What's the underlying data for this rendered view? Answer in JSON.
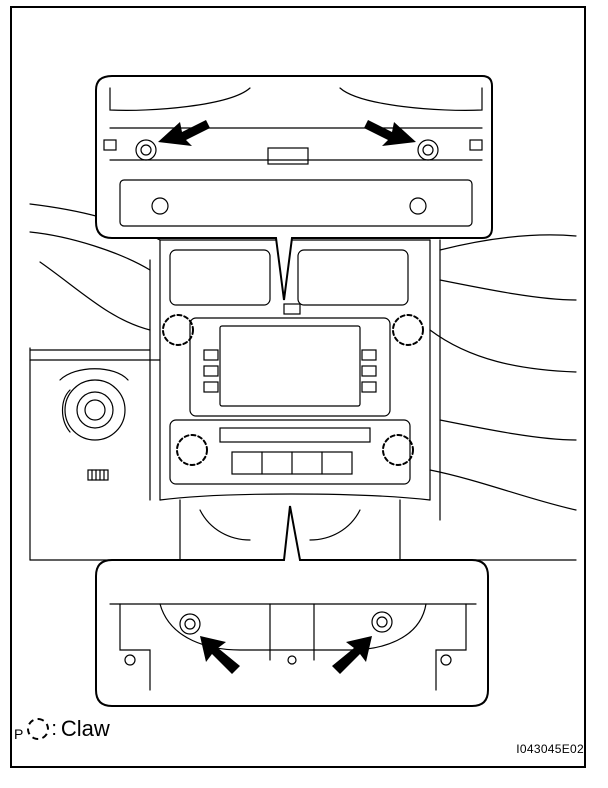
{
  "legend": {
    "prefix": "P",
    "separator": ":",
    "label": "Claw"
  },
  "figure_code": "I043045E02",
  "callouts": {
    "top_bolts": 2,
    "bottom_bolts": 2,
    "claws": 4
  }
}
